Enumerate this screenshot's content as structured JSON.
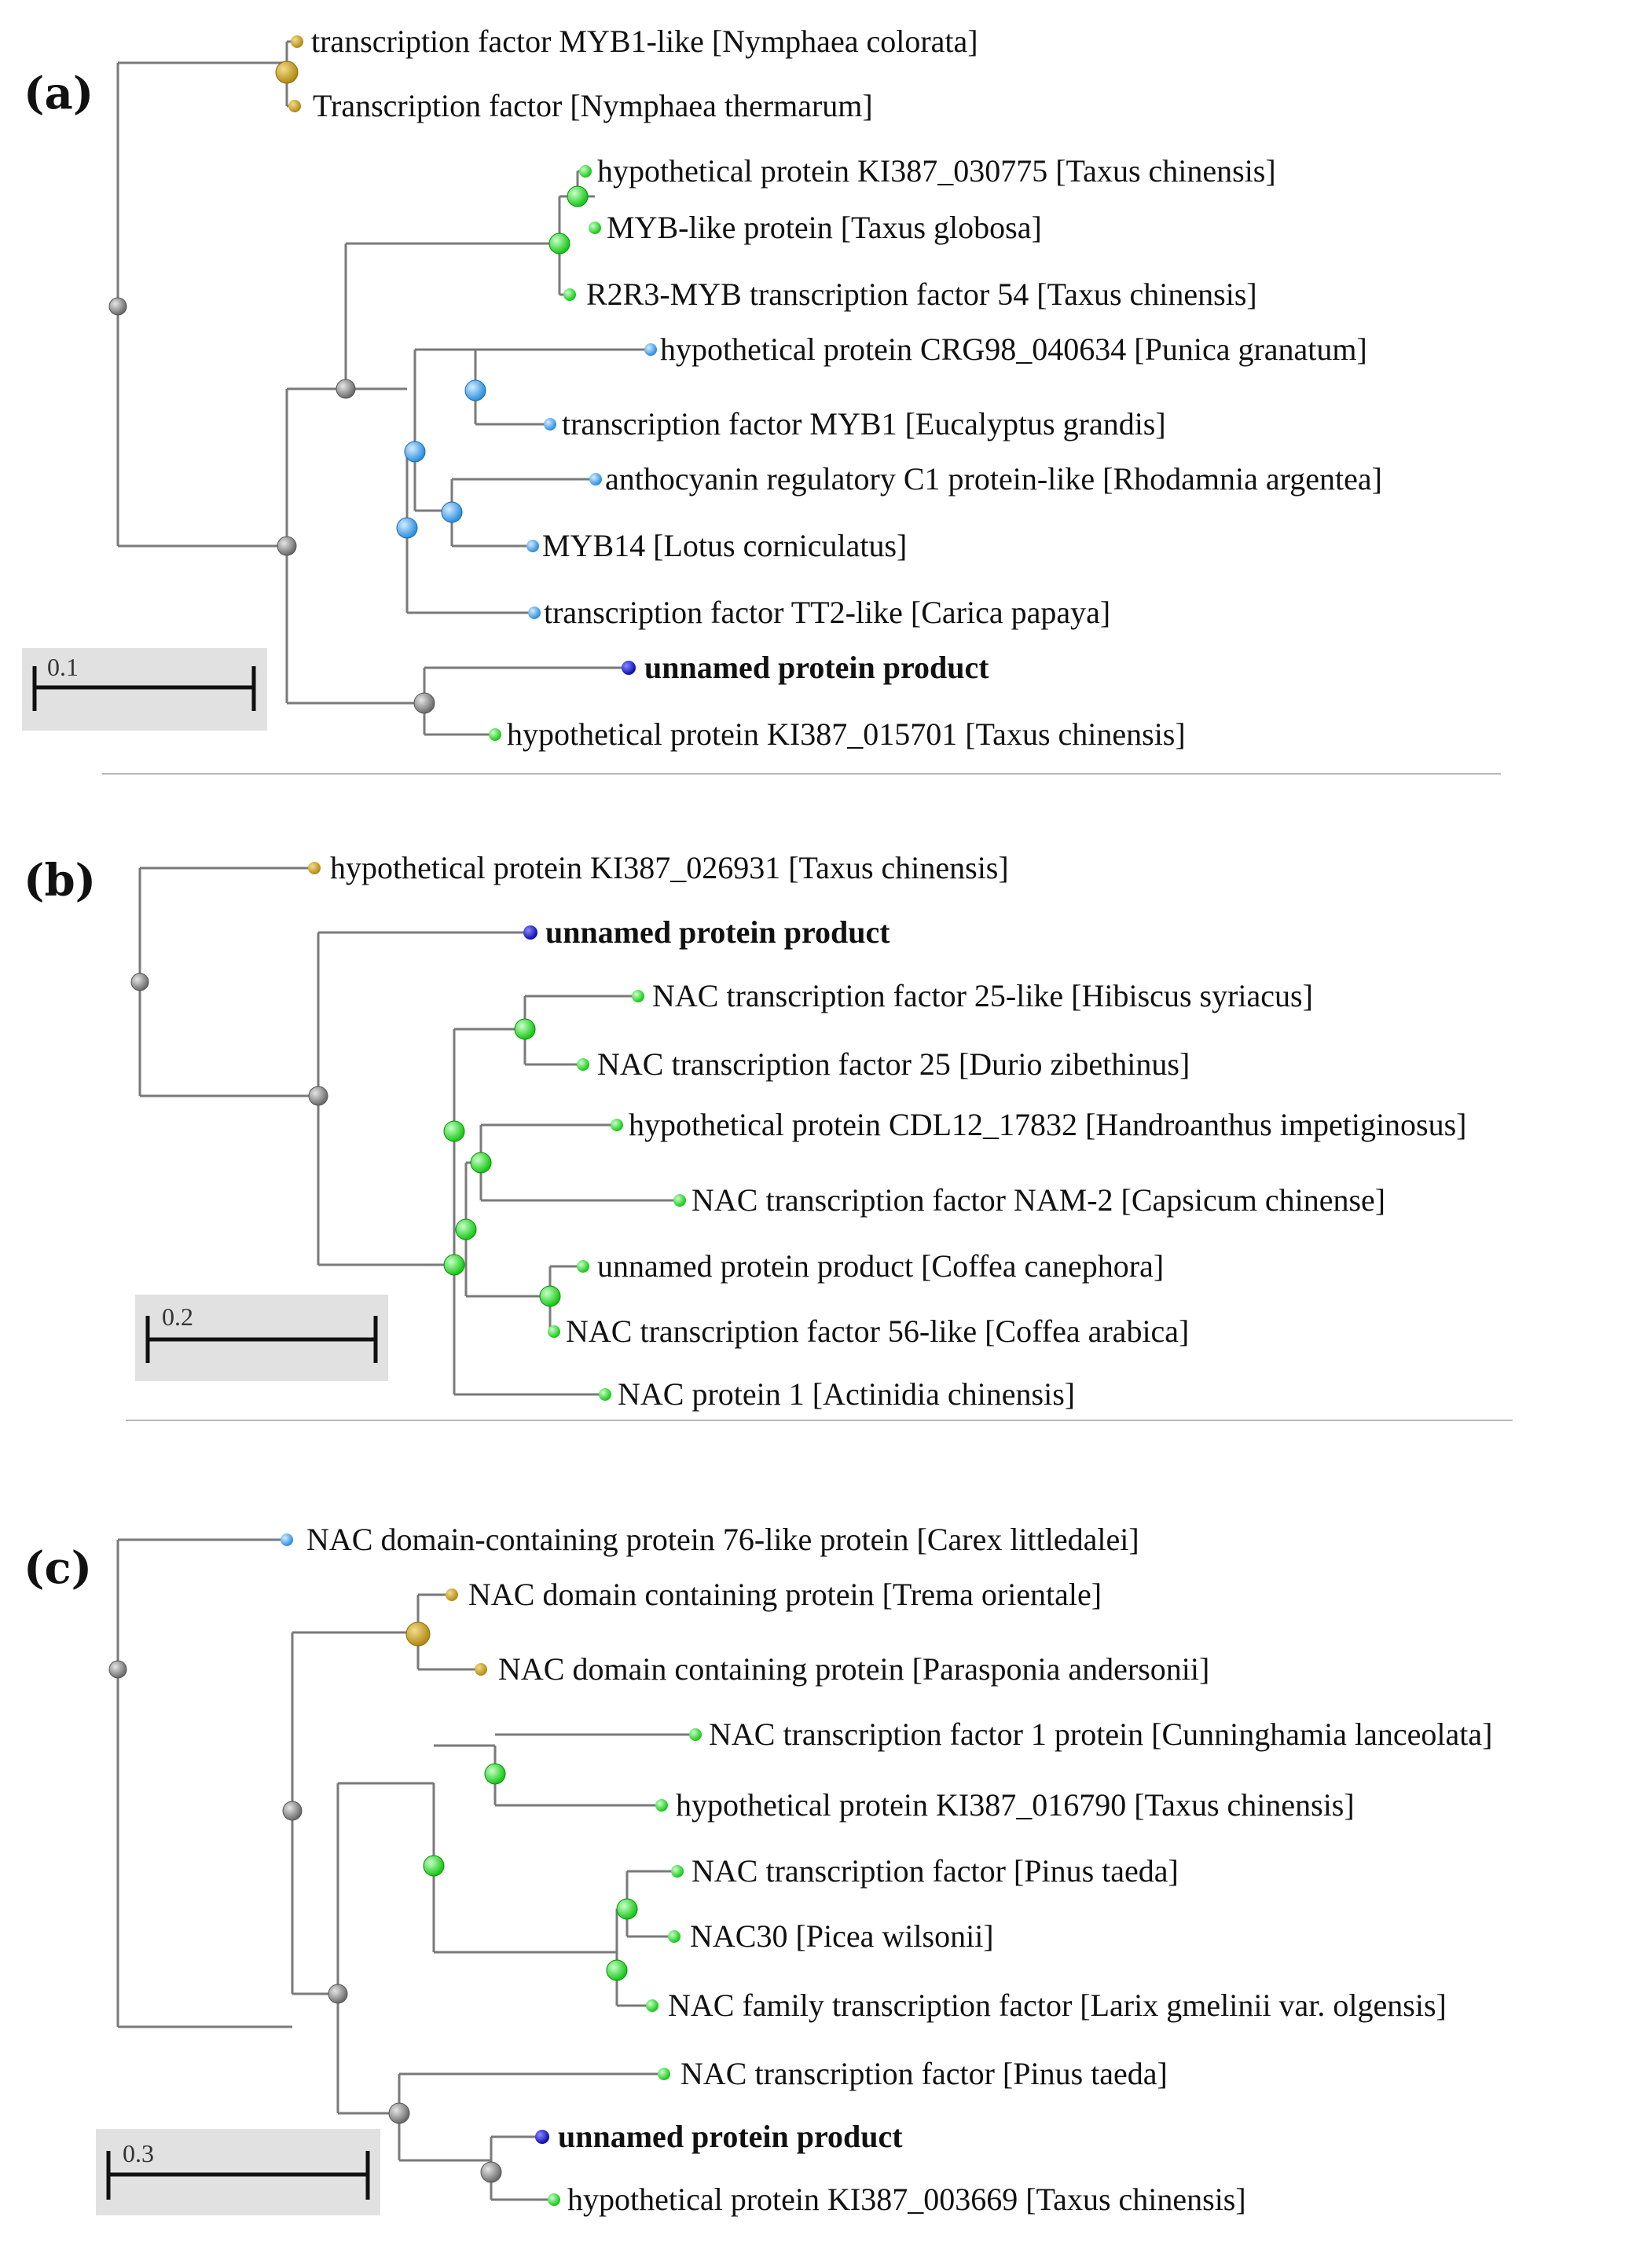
{
  "colors": {
    "gray": "#8a8a8a",
    "gold": "#c9a227",
    "green": "#2ee82e",
    "lightblue": "#4aa8f0",
    "darkblue": "#1a1ad6"
  },
  "panels": [
    {
      "id": "a",
      "tag": "(a)",
      "scale_label": "0.1",
      "leaves": [
        {
          "label": "transcription factor MYB1-like [Nymphaea colorata]",
          "color": "gold",
          "bold": false
        },
        {
          "label": "Transcription factor [Nymphaea thermarum]",
          "color": "gold",
          "bold": false
        },
        {
          "label": "hypothetical protein KI387_030775 [Taxus chinensis]",
          "color": "green",
          "bold": false
        },
        {
          "label": "MYB-like protein [Taxus globosa]",
          "color": "green",
          "bold": false
        },
        {
          "label": "R2R3-MYB transcription factor 54 [Taxus chinensis]",
          "color": "green",
          "bold": false
        },
        {
          "label": "hypothetical protein CRG98_040634 [Punica granatum]",
          "color": "lightblue",
          "bold": false
        },
        {
          "label": "transcription factor MYB1 [Eucalyptus grandis]",
          "color": "lightblue",
          "bold": false
        },
        {
          "label": "anthocyanin regulatory C1 protein-like [Rhodamnia argentea]",
          "color": "lightblue",
          "bold": false
        },
        {
          "label": "MYB14 [Lotus corniculatus]",
          "color": "lightblue",
          "bold": false
        },
        {
          "label": "transcription factor TT2-like [Carica papaya]",
          "color": "lightblue",
          "bold": false
        },
        {
          "label": "unnamed protein product",
          "color": "darkblue",
          "bold": true
        },
        {
          "label": "hypothetical protein KI387_015701 [Taxus chinensis]",
          "color": "green",
          "bold": false
        }
      ]
    },
    {
      "id": "b",
      "tag": "(b)",
      "scale_label": "0.2",
      "leaves": [
        {
          "label": "hypothetical protein KI387_026931 [Taxus chinensis]",
          "color": "gold",
          "bold": false
        },
        {
          "label": "unnamed protein product",
          "color": "darkblue",
          "bold": true
        },
        {
          "label": "NAC transcription factor 25-like [Hibiscus syriacus]",
          "color": "green",
          "bold": false
        },
        {
          "label": "NAC transcription factor 25 [Durio zibethinus]",
          "color": "green",
          "bold": false
        },
        {
          "label": "hypothetical protein CDL12_17832 [Handroanthus impetiginosus]",
          "color": "green",
          "bold": false
        },
        {
          "label": "NAC transcription factor NAM-2 [Capsicum chinense]",
          "color": "green",
          "bold": false
        },
        {
          "label": "unnamed protein product [Coffea canephora]",
          "color": "green",
          "bold": false
        },
        {
          "label": "NAC transcription factor 56-like [Coffea arabica]",
          "color": "green",
          "bold": false
        },
        {
          "label": "NAC protein 1 [Actinidia chinensis]",
          "color": "green",
          "bold": false
        }
      ]
    },
    {
      "id": "c",
      "tag": "(c)",
      "scale_label": "0.3",
      "leaves": [
        {
          "label": "NAC domain-containing protein 76-like protein [Carex littledalei]",
          "color": "lightblue",
          "bold": false
        },
        {
          "label": "NAC domain containing protein [Trema orientale]",
          "color": "gold",
          "bold": false
        },
        {
          "label": "NAC domain containing protein [Parasponia andersonii]",
          "color": "gold",
          "bold": false
        },
        {
          "label": "NAC transcription factor 1 protein [Cunninghamia lanceolata]",
          "color": "green",
          "bold": false
        },
        {
          "label": "hypothetical protein KI387_016790 [Taxus chinensis]",
          "color": "green",
          "bold": false
        },
        {
          "label": "NAC transcription factor [Pinus taeda]",
          "color": "green",
          "bold": false
        },
        {
          "label": "NAC30 [Picea wilsonii]",
          "color": "green",
          "bold": false
        },
        {
          "label": "NAC family transcription factor [Larix gmelinii var. olgensis]",
          "color": "green",
          "bold": false
        },
        {
          "label": "NAC transcription factor [Pinus taeda]",
          "color": "green",
          "bold": false
        },
        {
          "label": "unnamed protein product",
          "color": "darkblue",
          "bold": true
        },
        {
          "label": "hypothetical protein KI387_003669 [Taxus chinensis]",
          "color": "green",
          "bold": false
        }
      ]
    }
  ]
}
